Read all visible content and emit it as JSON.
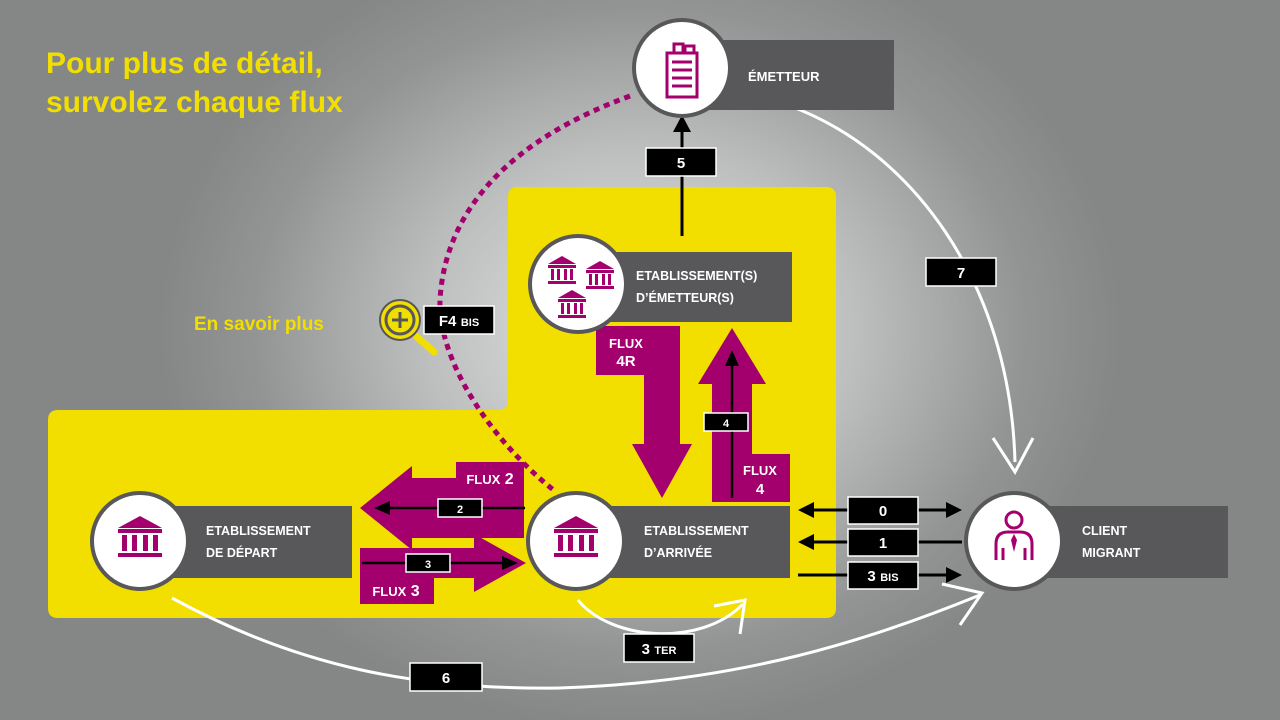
{
  "headline": {
    "line1": "Pour plus de détail,",
    "line2": "survolez chaque flux"
  },
  "learn_more": {
    "label": "En savoir plus",
    "tag_main": "F4",
    "tag_suffix": "BIS"
  },
  "nodes": {
    "emetteur": {
      "label": "ÉMETTEUR",
      "icon": "office-building-icon"
    },
    "etab_emetteur": {
      "line1": "ETABLISSEMENT(S)",
      "line2": "D’ÉMETTEUR(S)",
      "icon": "banks-icon"
    },
    "etab_depart": {
      "line1": "ETABLISSEMENT",
      "line2": "DE DÉPART",
      "icon": "bank-icon"
    },
    "etab_arrivee": {
      "line1": "ETABLISSEMENT",
      "line2": "D’ARRIVÉE",
      "icon": "bank-icon"
    },
    "client": {
      "line1": "CLIENT",
      "line2": "MIGRANT",
      "icon": "person-icon"
    }
  },
  "flux_labels": {
    "flux4r_l1": "FLUX",
    "flux4r_l2": "4R",
    "flux4_l1": "FLUX",
    "flux4_l2": "4",
    "flux2_word": "FLUX",
    "flux2_num": "2",
    "flux3_word": "FLUX",
    "flux3_num": "3"
  },
  "tags": {
    "t5": "5",
    "t7": "7",
    "t4": "4",
    "t2": "2",
    "t3": "3",
    "t0": "0",
    "t1": "1",
    "t3bis_main": "3",
    "t3bis_suffix": "BIS",
    "t3ter_main": "3",
    "t3ter_suffix": "TER",
    "t6": "6"
  },
  "colors": {
    "yellow": "#f2df00",
    "magenta": "#a3006e",
    "dark_gray": "#58585a",
    "black": "#000000",
    "white": "#ffffff"
  }
}
